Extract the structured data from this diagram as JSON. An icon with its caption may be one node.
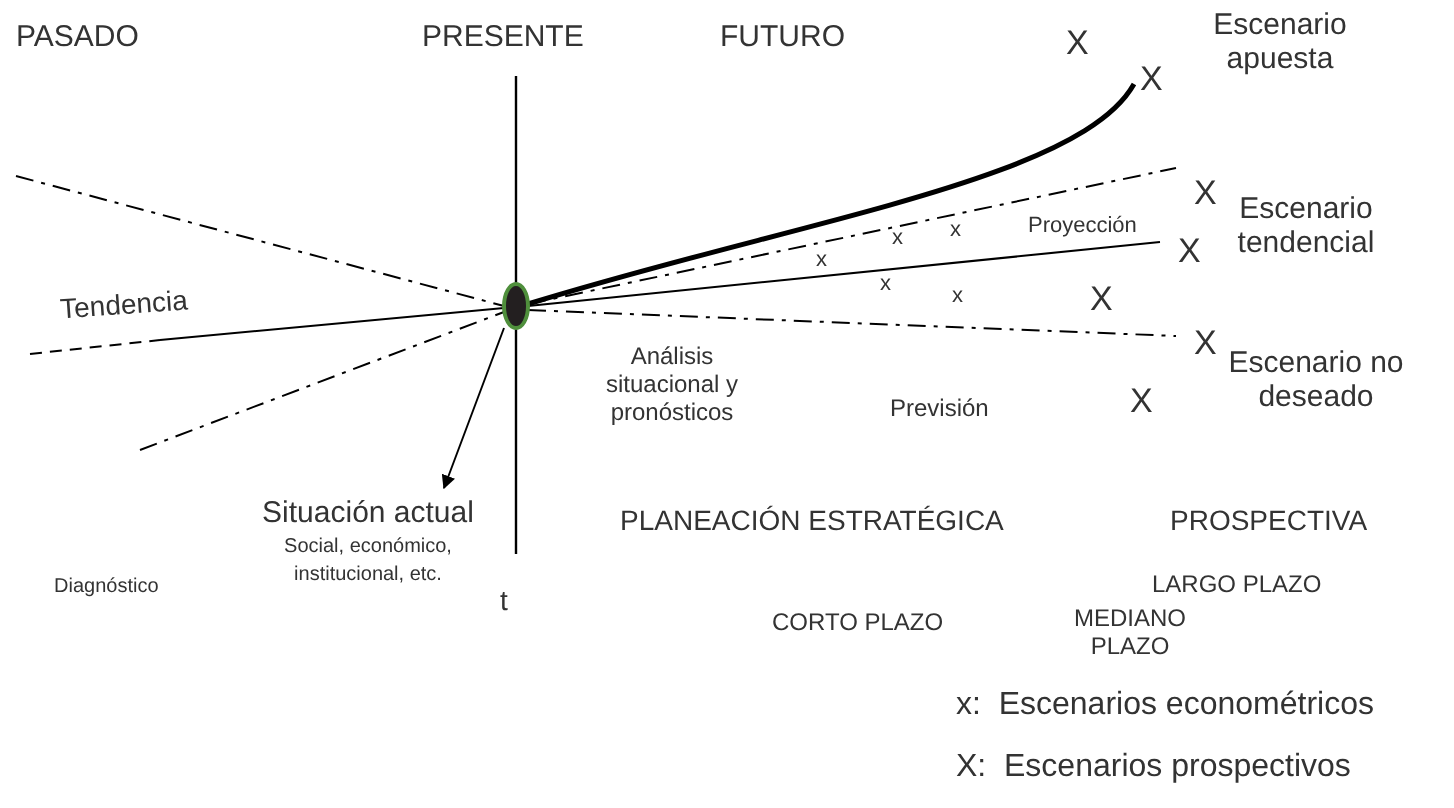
{
  "diagram": {
    "nodes": [
      {
        "text": [],
        "shape": "circle"
      },
      {
        "text": [
          "Situación actual",
          "Social, económico, institucional, etc."
        ]
      }
    ],
    "edges": [
      {
        "from": 0,
        "to": 1,
        "arrow": "to"
      }
    ],
    "labels": [
      "PASADO",
      "PRESENTE",
      "FUTURO",
      "X",
      "Escenario apuesta",
      "X",
      "X",
      "x",
      "x",
      "Proyección",
      "X",
      "Escenario tendencial",
      "x",
      "Tendencia",
      "x",
      "x",
      "X",
      "X",
      "Escenario no deseado",
      "Análisis situacional y pronósticos",
      "Previsión",
      "X",
      "PLANEACIÓN ESTRATÉGICA",
      "PROSPECTIVA",
      "Diagnóstico",
      "t",
      "LARGO PLAZO",
      "CORTO PLAZO",
      "MEDIANO PLAZO",
      "x:  Escenarios econométricos",
      "X:  Escenarios prospectivos"
    ]
  }
}
